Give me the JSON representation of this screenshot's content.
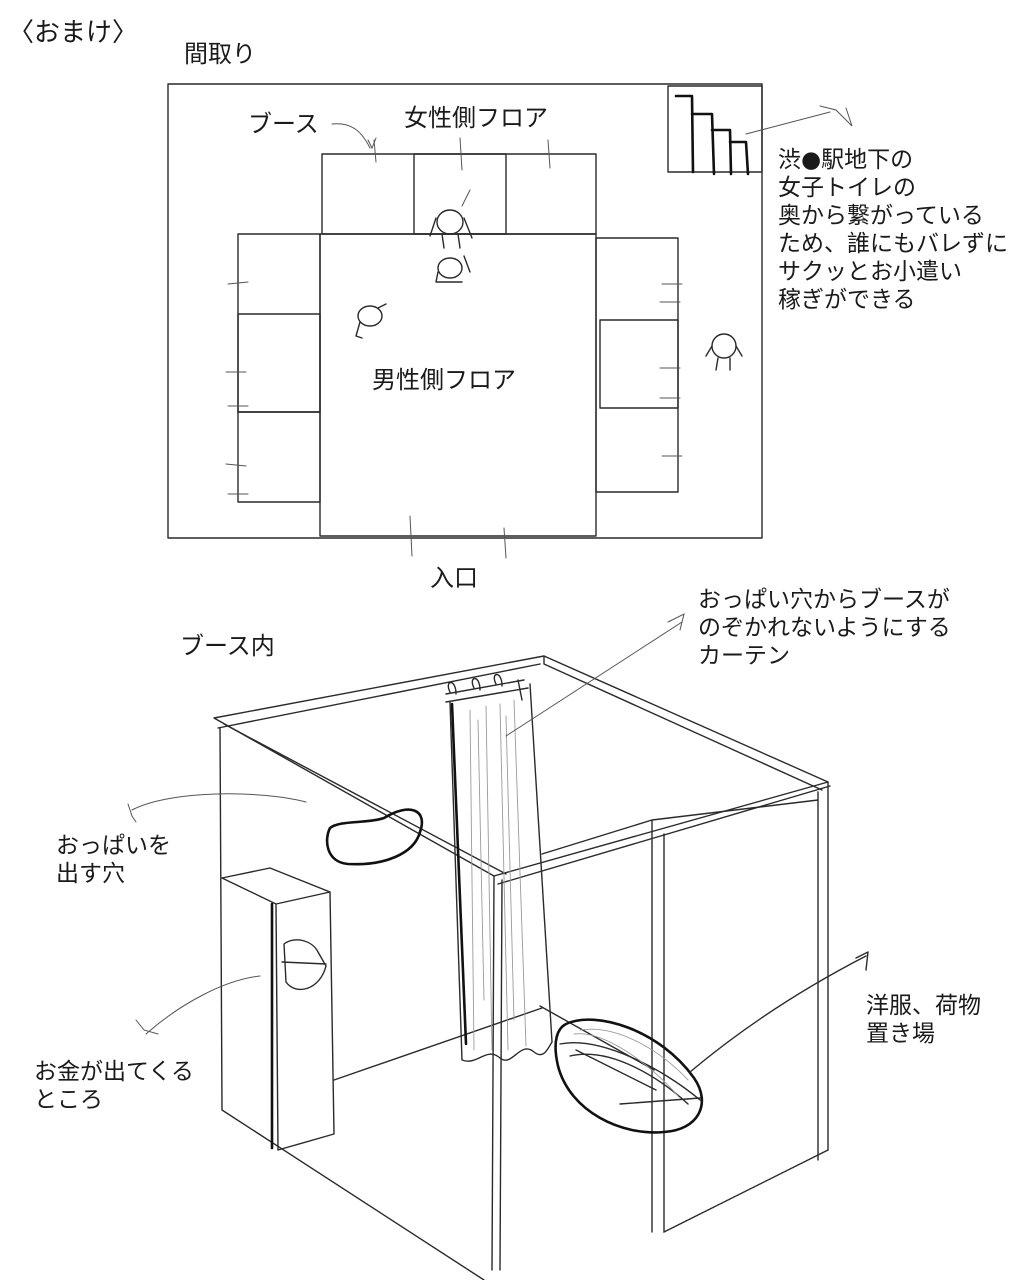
{
  "header": {
    "omake": "〈おまけ〉",
    "floorplan_title": "間取り"
  },
  "floorplan": {
    "booth_label": "ブース",
    "women_floor": "女性側フロア",
    "men_floor": "男性側フロア",
    "entrance": "入口",
    "stairs_note": "渋●駅地下の\n女子トイレの\n奥から繋がっている\nため、誰にもバレずに\nサクッとお小遣い\n稼ぎができる"
  },
  "booth_interior": {
    "title": "ブース内",
    "curtain_note": "おっぱい穴からブースが\nのぞかれないようにする\nカーテン",
    "hole_note": "おっぱいを\n出す穴",
    "money_note": "お金が出てくる\nところ",
    "clothes_note": "洋服、荷物\n置き場"
  }
}
